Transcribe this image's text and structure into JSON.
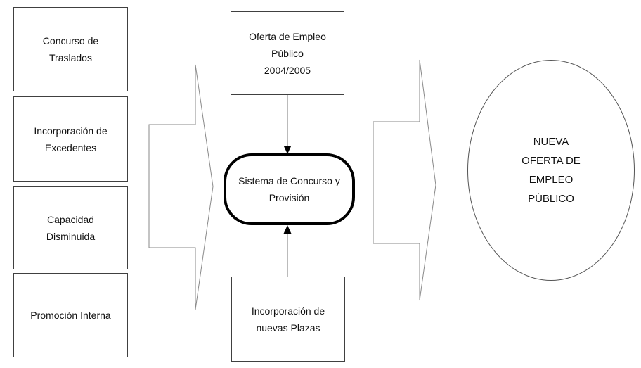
{
  "diagram": {
    "left_boxes": [
      "Concurso de\nTraslados",
      "Incorporación de\nExcedentes",
      "Capacidad\nDisminuida",
      "Promoción Interna"
    ],
    "top_box": "Oferta de Empleo\nPúblico\n2004/2005",
    "center_node": "Sistema de Concurso y\nProvisión",
    "bottom_box": "Incorporación de\nnuevas Plazas",
    "result_ellipse": "NUEVA\nOFERTA DE\nEMPLEO\nPÚBLICO",
    "colors": {
      "background": "#ffffff",
      "box_border": "#404040",
      "node_border": "#000000",
      "big_arrow_outline": "#8a8a8a",
      "connector_line": "#777777",
      "arrowhead_fill": "#000000",
      "text": "#111111"
    }
  }
}
